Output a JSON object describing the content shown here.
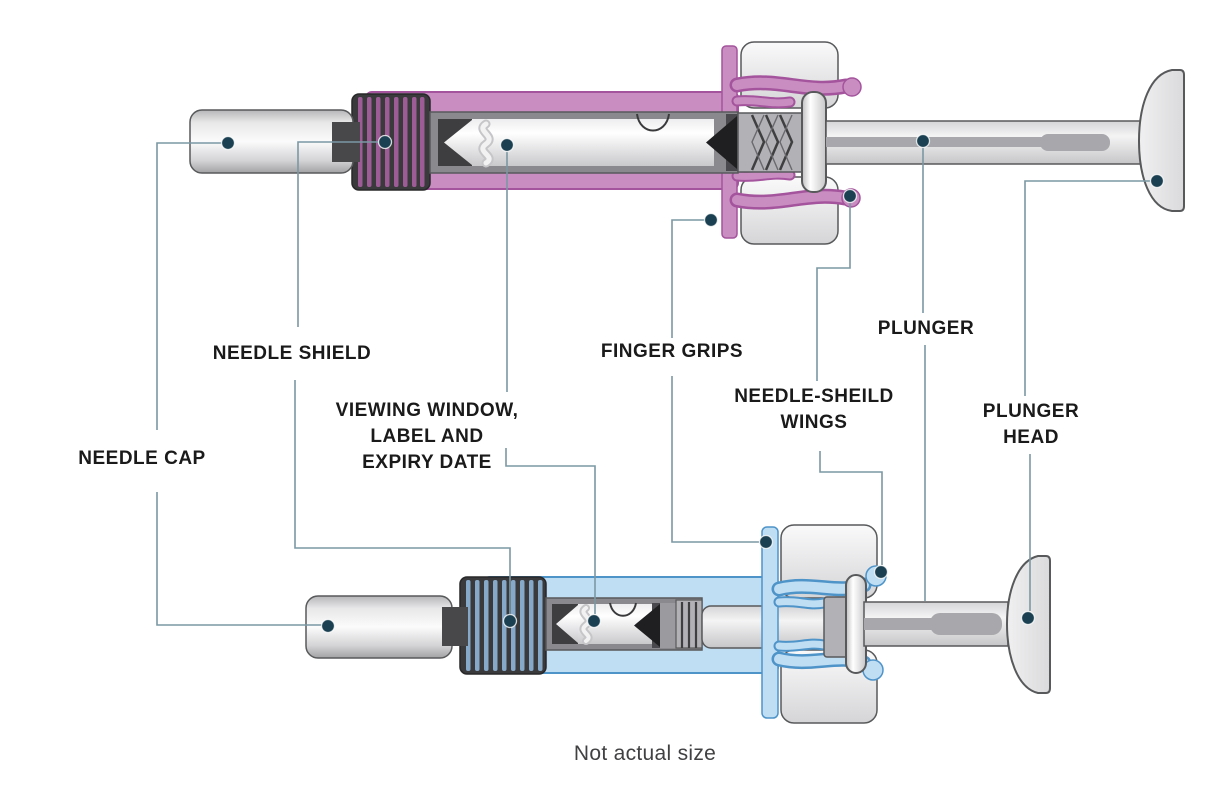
{
  "diagram": {
    "subject": "Pre-filled syringe parts diagram, two syringe views",
    "footnote": "Not actual size",
    "labels": [
      {
        "id": "needle-cap",
        "text": "NEEDLE CAP"
      },
      {
        "id": "needle-shield",
        "text": "NEEDLE SHIELD"
      },
      {
        "id": "viewing-window",
        "text": "VIEWING WINDOW,\nLABEL AND\nEXPIRY DATE"
      },
      {
        "id": "finger-grips",
        "text": "FINGER GRIPS"
      },
      {
        "id": "plunger",
        "text": "PLUNGER"
      },
      {
        "id": "needle-shield-wings",
        "text": "NEEDLE-SHEILD\nWINGS"
      },
      {
        "id": "plunger-head",
        "text": "PLUNGER\nHEAD"
      }
    ],
    "colors": {
      "pink": "#C98DC2",
      "pink-outline": "#A4549C",
      "pink-stripe": "#9E5C97",
      "blue": "#BFDDF3",
      "blue-outline": "#4E94C9",
      "blue-stripe": "#86A9C9",
      "line": "#7B98A4",
      "dot": "#1A4051",
      "outline-gray": "#58595B",
      "text": "#1A1A1A"
    }
  }
}
